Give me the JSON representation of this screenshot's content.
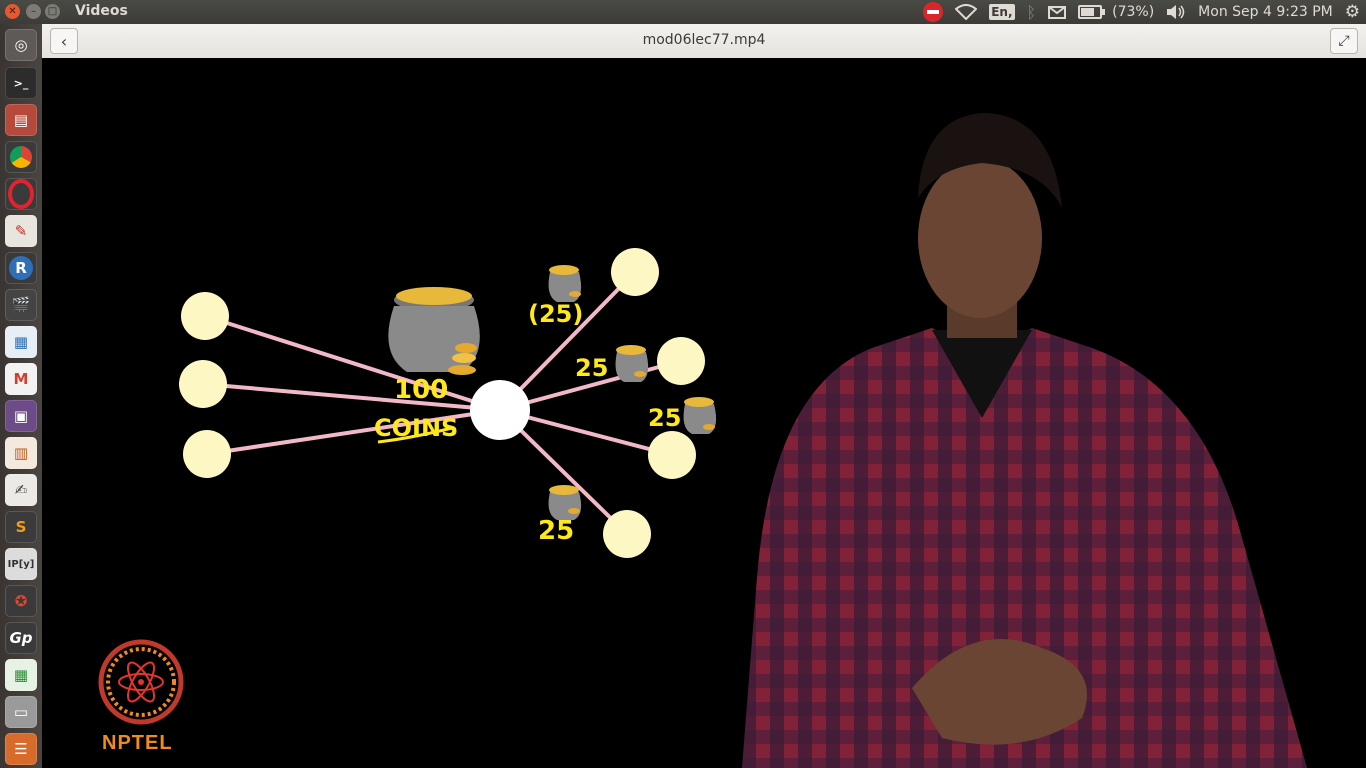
{
  "top_panel": {
    "app_title": "Videos",
    "input_language": "En,",
    "battery_text": "(73%)",
    "clock": "Mon Sep  4  9:23 PM"
  },
  "launcher": {
    "items": [
      "dash-icon",
      "terminal-icon",
      "files-icon",
      "chrome-icon",
      "opera-icon",
      "viewer-icon",
      "r-icon",
      "video-editor-icon",
      "writer-icon",
      "gmail-icon",
      "media-icon",
      "impress-icon",
      "text-editor-icon",
      "sublime-icon",
      "ipython-icon",
      "settings-icon",
      "gp-icon",
      "calc-icon",
      "drive-icon",
      "stack-icon"
    ]
  },
  "video_header": {
    "file_title": "mod06lec77.mp4"
  },
  "video": {
    "annotations": {
      "center_label_top": "100",
      "center_label_bottom": "COINS",
      "top_label": "(25)",
      "mid_label": "25",
      "right_label": "25",
      "bottom_label": "25"
    },
    "logo_text": "NPTEL"
  }
}
